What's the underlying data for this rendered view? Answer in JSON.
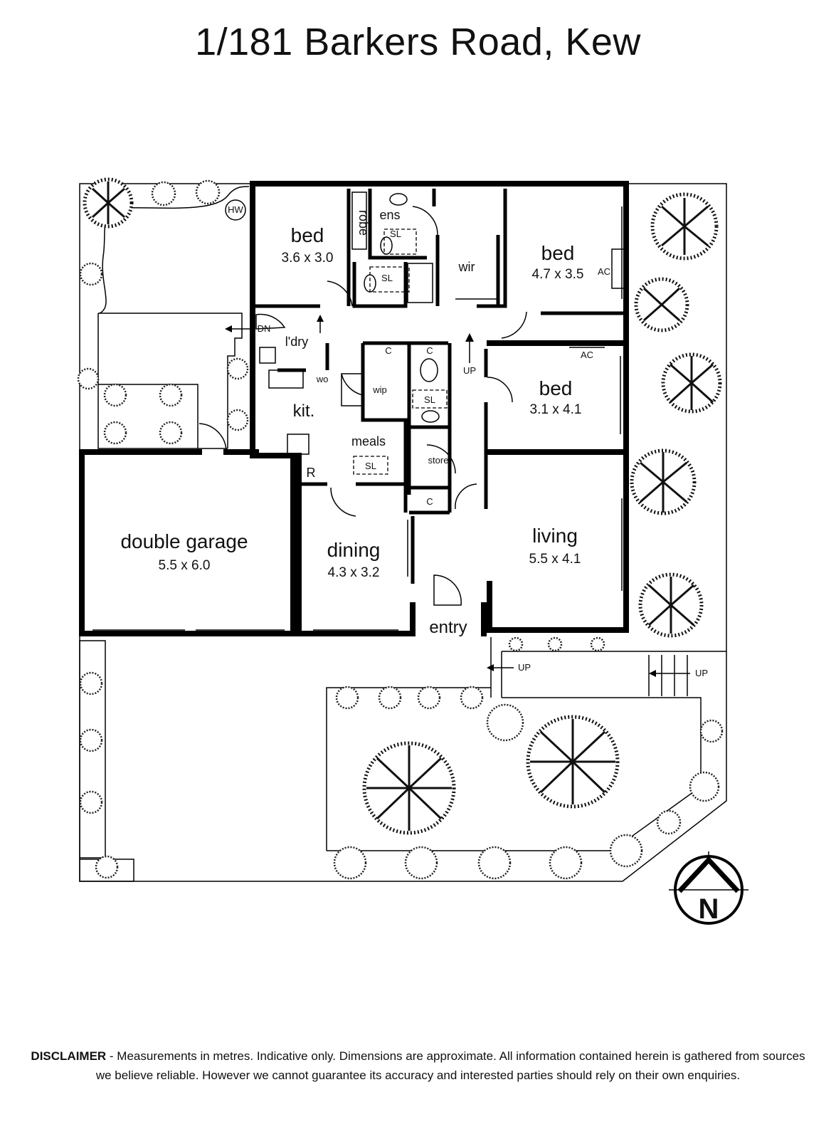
{
  "title": "1/181 Barkers Road, Kew",
  "rooms": {
    "bed1": {
      "name": "bed",
      "dims": "3.6 x 3.0"
    },
    "bed2": {
      "name": "bed",
      "dims": "4.7 x 3.5"
    },
    "bed3": {
      "name": "bed",
      "dims": "3.1 x 4.1"
    },
    "living": {
      "name": "living",
      "dims": "5.5 x 4.1"
    },
    "dining": {
      "name": "dining",
      "dims": "4.3 x 3.2"
    },
    "garage": {
      "name": "double garage",
      "dims": "5.5 x 6.0"
    },
    "kit": "kit.",
    "meals": "meals",
    "ens": "ens",
    "robe": "robe",
    "wir": "wir",
    "wip": "wip",
    "ldry": "l'dry",
    "store": "store",
    "entry": "entry",
    "wo": "wo",
    "r": "R"
  },
  "fixtures": {
    "sl": "SL",
    "ac": "AC",
    "c": "C",
    "up": "UP",
    "dn": "DN",
    "hw": "HW"
  },
  "compass": "N",
  "disclaimer": {
    "label": "DISCLAIMER",
    "text": " - Measurements in metres. Indicative only. Dimensions are approximate. All information contained herein is gathered from sources we believe reliable. However we cannot guarantee its accuracy and interested parties should rely on their own enquiries."
  }
}
